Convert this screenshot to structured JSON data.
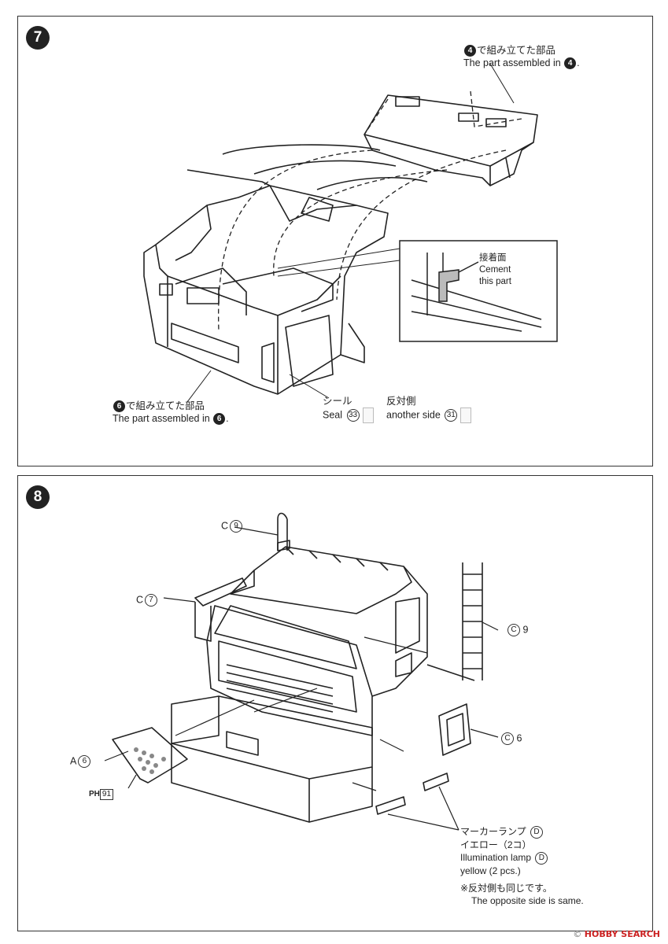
{
  "step7": {
    "number": "7",
    "top_label_jp_suffix": "で組み立てた部品",
    "top_label_jp_ref": "4",
    "top_label_en": "The part assembled in",
    "top_label_en_ref": "4",
    "cement_jp": "接着面",
    "cement_en_1": "Cement",
    "cement_en_2": "this part",
    "bottom_label_jp_ref": "6",
    "bottom_label_jp_suffix": "で組み立てた部品",
    "bottom_label_en": "The part assembled in",
    "bottom_label_en_ref": "6",
    "seal_jp": "シール",
    "seal_en": "Seal",
    "seal_num": "33",
    "other_jp": "反対側",
    "other_en": "another side",
    "other_num": "31"
  },
  "step8": {
    "number": "8",
    "c9_top": {
      "letter": "C",
      "num": "9"
    },
    "c7": {
      "letter": "C",
      "num": "7"
    },
    "c9_right": {
      "letter": "C",
      "num": "9"
    },
    "c6": {
      "letter": "C",
      "num": "6"
    },
    "a6": {
      "letter": "A",
      "num": "6"
    },
    "ph91": {
      "prefix": "PH",
      "num": "91"
    },
    "marker_jp_1": "マーカーランプ",
    "marker_jp_1_ref": "D",
    "marker_jp_2": "イエロー（2コ）",
    "marker_en_1": "Illumination lamp",
    "marker_en_1_ref": "D",
    "marker_en_2": "yellow (2 pcs.)",
    "note_jp": "※反対側も同じです。",
    "note_en": "The opposite side is same."
  },
  "watermark": {
    "prefix": "© ",
    "brand": "HOBBY SEARCH"
  }
}
